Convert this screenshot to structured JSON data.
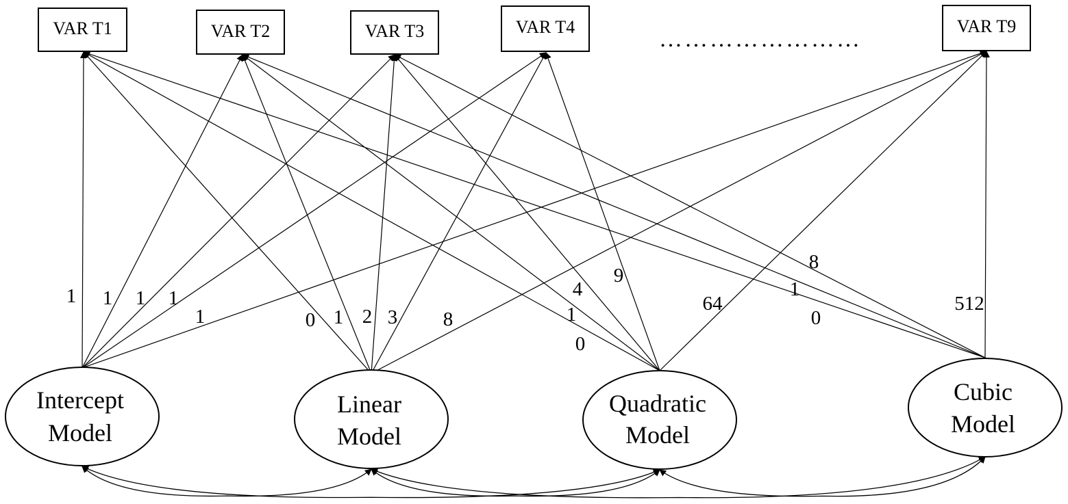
{
  "colors": {
    "stroke": "#000000",
    "background": "#ffffff"
  },
  "observed": [
    {
      "id": "t1",
      "label": "VAR T1"
    },
    {
      "id": "t2",
      "label": "VAR T2"
    },
    {
      "id": "t3",
      "label": "VAR T3"
    },
    {
      "id": "t4",
      "label": "VAR T4"
    },
    {
      "id": "t9",
      "label": "VAR T9"
    }
  ],
  "ellipsis": "……………………",
  "latent": [
    {
      "id": "intercept",
      "line1": "Intercept",
      "line2": "Model"
    },
    {
      "id": "linear",
      "line1": "Linear",
      "line2": "Model"
    },
    {
      "id": "quadratic",
      "line1": "Quadratic",
      "line2": "Model"
    },
    {
      "id": "cubic",
      "line1": "Cubic",
      "line2": "Model"
    }
  ],
  "loadings": [
    {
      "from": "intercept",
      "to": "t1",
      "value": "1"
    },
    {
      "from": "intercept",
      "to": "t2",
      "value": "1"
    },
    {
      "from": "intercept",
      "to": "t3",
      "value": "1"
    },
    {
      "from": "intercept",
      "to": "t4",
      "value": "1"
    },
    {
      "from": "intercept",
      "to": "t9",
      "value": "1"
    },
    {
      "from": "linear",
      "to": "t1",
      "value": "0"
    },
    {
      "from": "linear",
      "to": "t2",
      "value": "1"
    },
    {
      "from": "linear",
      "to": "t3",
      "value": "2"
    },
    {
      "from": "linear",
      "to": "t4",
      "value": "3"
    },
    {
      "from": "linear",
      "to": "t9",
      "value": "8"
    },
    {
      "from": "quadratic",
      "to": "t1",
      "value": "0"
    },
    {
      "from": "quadratic",
      "to": "t2",
      "value": "1"
    },
    {
      "from": "quadratic",
      "to": "t3",
      "value": "4"
    },
    {
      "from": "quadratic",
      "to": "t4",
      "value": "9"
    },
    {
      "from": "quadratic",
      "to": "t9",
      "value": "64"
    },
    {
      "from": "cubic",
      "to": "t1",
      "value": "0"
    },
    {
      "from": "cubic",
      "to": "t2",
      "value": "1"
    },
    {
      "from": "cubic",
      "to": "t3",
      "value": "8"
    },
    {
      "from": "cubic",
      "to": "t9",
      "value": "512"
    }
  ],
  "covariances": [
    [
      "intercept",
      "linear"
    ],
    [
      "intercept",
      "quadratic"
    ],
    [
      "linear",
      "quadratic"
    ],
    [
      "linear",
      "cubic"
    ],
    [
      "quadratic",
      "cubic"
    ]
  ]
}
